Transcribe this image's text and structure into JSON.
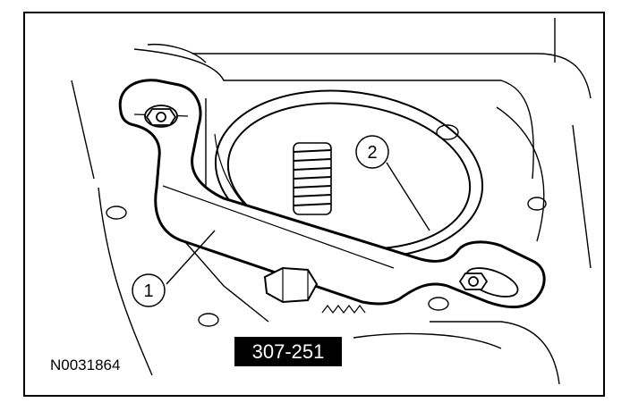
{
  "callouts": [
    {
      "number": "1",
      "part": "bracket"
    },
    {
      "number": "2",
      "part": "seal"
    }
  ],
  "tool_number": "307-251",
  "figure_id": "N0031864",
  "colors": {
    "ink": "#000000",
    "paper": "#ffffff"
  }
}
